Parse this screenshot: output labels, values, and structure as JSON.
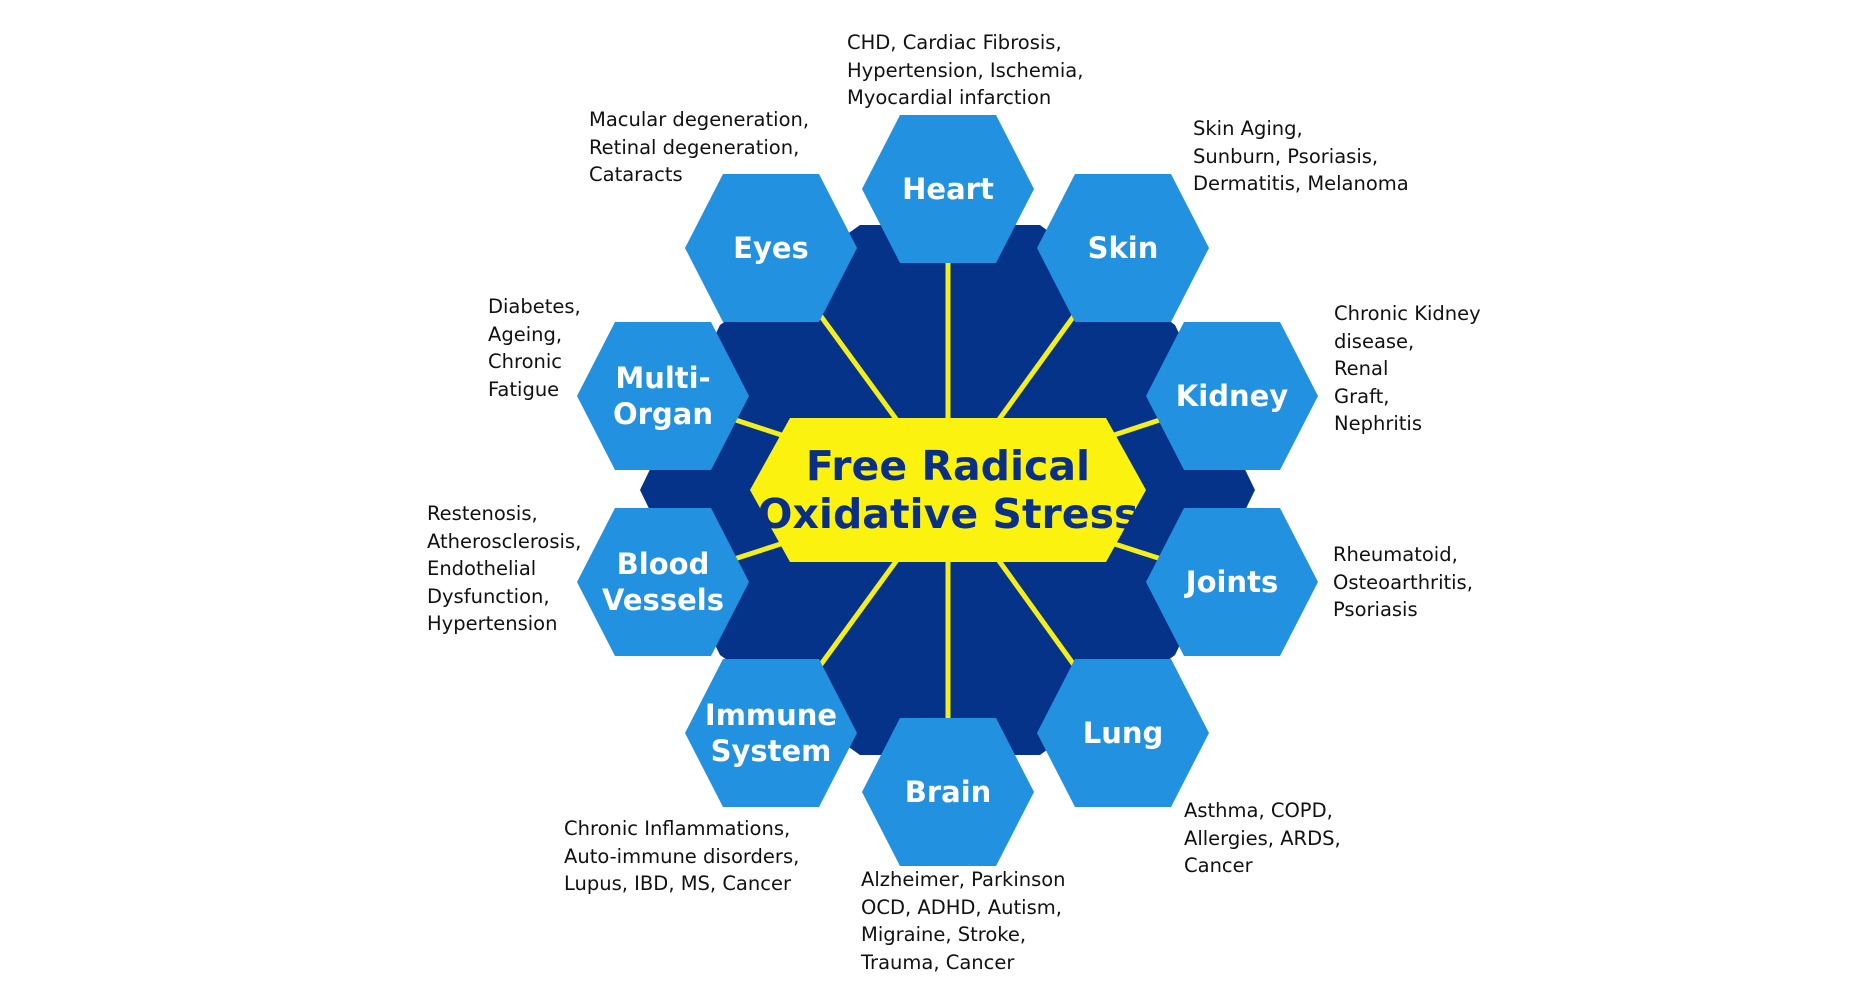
{
  "colors": {
    "background": "#ffffff",
    "core": "#06338a",
    "node": "#2291df",
    "hub": "#fbf20f",
    "hub_text": "#0a2f86",
    "node_text": "#ffffff",
    "connector": "#f4ef1c",
    "description_text": "#111111"
  },
  "hub": {
    "lines": [
      "Free Radical",
      "Oxidative Stress"
    ]
  },
  "nodes": [
    {
      "id": "heart",
      "lines": [
        "Heart"
      ],
      "conditions": [
        "CHD, Cardiac Fibrosis,",
        "Hypertension, Ischemia,",
        "Myocardial infarction"
      ]
    },
    {
      "id": "skin",
      "lines": [
        "Skin"
      ],
      "conditions": [
        "Skin Aging,",
        "Sunburn, Psoriasis,",
        "Dermatitis, Melanoma"
      ]
    },
    {
      "id": "kidney",
      "lines": [
        "Kidney"
      ],
      "conditions": [
        "Chronic Kidney",
        "disease,",
        "Renal",
        "Graft,",
        "Nephritis"
      ]
    },
    {
      "id": "joints",
      "lines": [
        "Joints"
      ],
      "conditions": [
        "Rheumatoid,",
        "Osteoarthritis,",
        "Psoriasis"
      ]
    },
    {
      "id": "lung",
      "lines": [
        "Lung"
      ],
      "conditions": [
        "Asthma, COPD,",
        "Allergies, ARDS,",
        "Cancer"
      ]
    },
    {
      "id": "brain",
      "lines": [
        "Brain"
      ],
      "conditions": [
        "Alzheimer, Parkinson",
        "OCD, ADHD, Autism,",
        "Migraine, Stroke,",
        "Trauma, Cancer"
      ]
    },
    {
      "id": "immune-system",
      "lines": [
        "Immune",
        "System"
      ],
      "conditions": [
        "Chronic Inflammations,",
        "Auto-immune disorders,",
        "Lupus, IBD, MS, Cancer"
      ]
    },
    {
      "id": "blood-vessels",
      "lines": [
        "Blood",
        "Vessels"
      ],
      "conditions": [
        "Restenosis,",
        "Atherosclerosis,",
        "Endothelial",
        "Dysfunction,",
        "Hypertension"
      ]
    },
    {
      "id": "multi-organ",
      "lines": [
        "Multi-",
        "Organ"
      ],
      "conditions": [
        "Diabetes,",
        "Ageing,",
        "Chronic",
        "Fatigue"
      ]
    },
    {
      "id": "eyes",
      "lines": [
        "Eyes"
      ],
      "conditions": [
        "Macular degeneration,",
        "Retinal degeneration,",
        "Cataracts"
      ]
    }
  ]
}
